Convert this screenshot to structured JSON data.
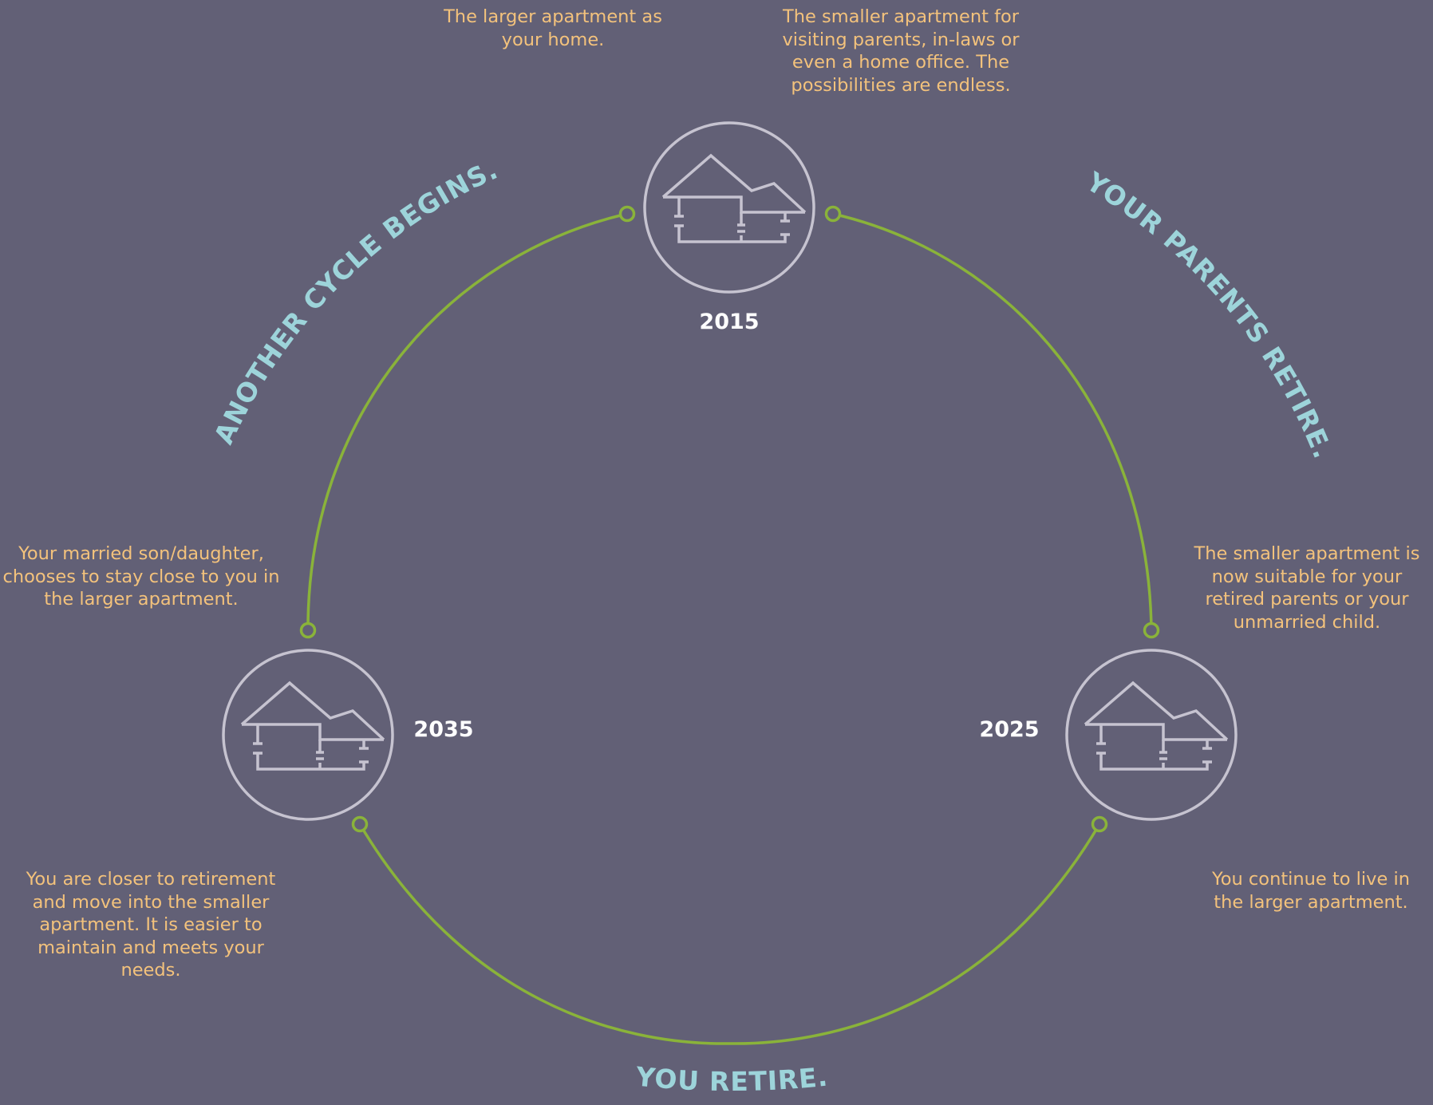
{
  "colors": {
    "background": "#626076",
    "cycle_line": "#8ab33a",
    "house_outline": "#c6c3d0",
    "note_text": "#f3c27c",
    "phase_text": "#9dd4da",
    "year_text": "#ffffff"
  },
  "stages": {
    "y2015": {
      "year": "2015",
      "icon": "house-icon",
      "note_left": "The larger apartment as your home.",
      "note_right": "The smaller apartment for visiting parents, in-laws or even a home office. The possibilities are endless."
    },
    "y2025": {
      "year": "2025",
      "icon": "house-icon",
      "note_top": "The smaller apartment is now suitable for your retired parents or your unmarried child.",
      "note_bottom": "You continue to live in the larger apartment."
    },
    "y2035": {
      "year": "2035",
      "icon": "house-icon",
      "note_top": "Your married son/daughter, chooses to stay close to you in the larger apartment.",
      "note_bottom": "You are closer to retirement and move into the smaller apartment. It is easier to maintain and meets your needs."
    }
  },
  "phases": {
    "right": "YOUR PARENTS RETIRE.",
    "bottom": "YOU RETIRE.",
    "left": "ANOTHER CYCLE BEGINS."
  }
}
